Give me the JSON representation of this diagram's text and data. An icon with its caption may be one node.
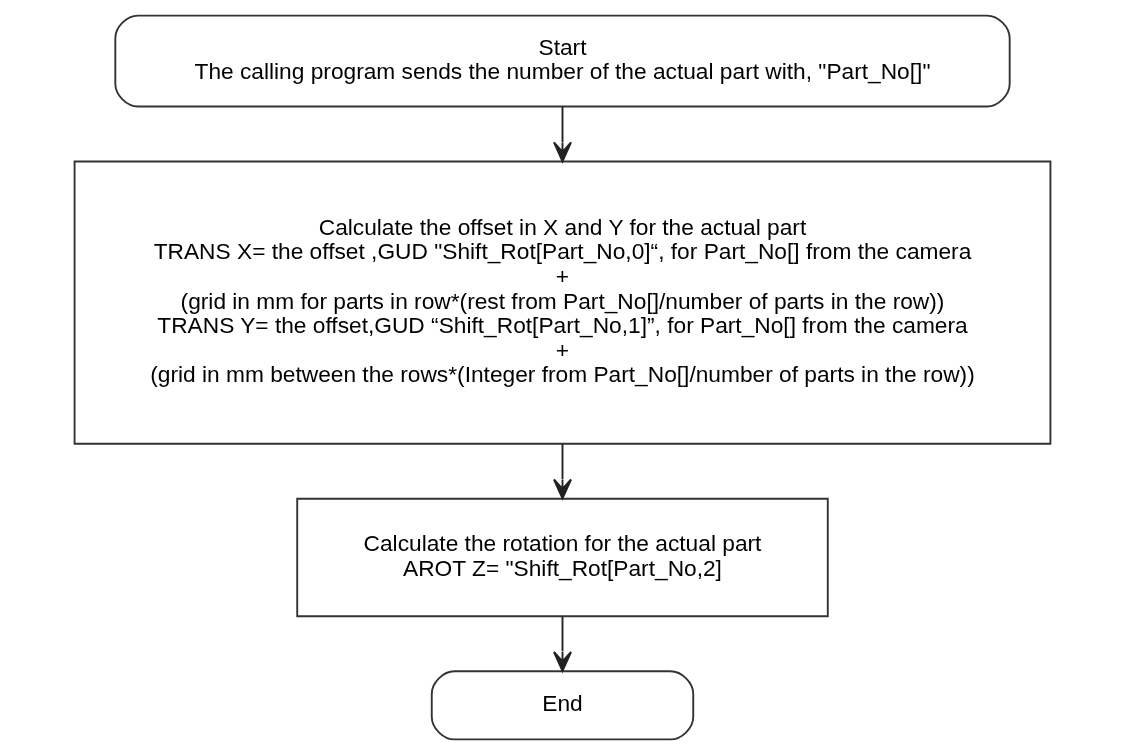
{
  "diagram": {
    "nodes": [
      {
        "text": [
          "Start",
          "The calling program sends the number of the actual part with, \"Part_No[]\""
        ]
      },
      {
        "text": [
          "Calculate the offset in X and Y for the actual part",
          "TRANS X= the offset ,GUD \"Shift_Rot[Part_No,0]“, for Part_No[] from the camera",
          "+",
          "(grid in mm for parts in row*(rest from Part_No[]/number of parts in the row))",
          "TRANS Y= the offset,GUD “Shift_Rot[Part_No,1]”, for Part_No[] from the camera",
          "+",
          "(grid in mm between the rows*(Integer from Part_No[]/number of parts in the row))"
        ]
      },
      {
        "text": [
          "Calculate the rotation for the actual part",
          "AROT Z= \"Shift_Rot[Part_No,2]"
        ]
      },
      {
        "text": [
          "End"
        ]
      }
    ],
    "edges": [
      {
        "from": 0,
        "to": 1,
        "arrow": "to"
      },
      {
        "from": 1,
        "to": 2,
        "arrow": "to"
      },
      {
        "from": 2,
        "to": 3,
        "arrow": "to"
      }
    ]
  }
}
